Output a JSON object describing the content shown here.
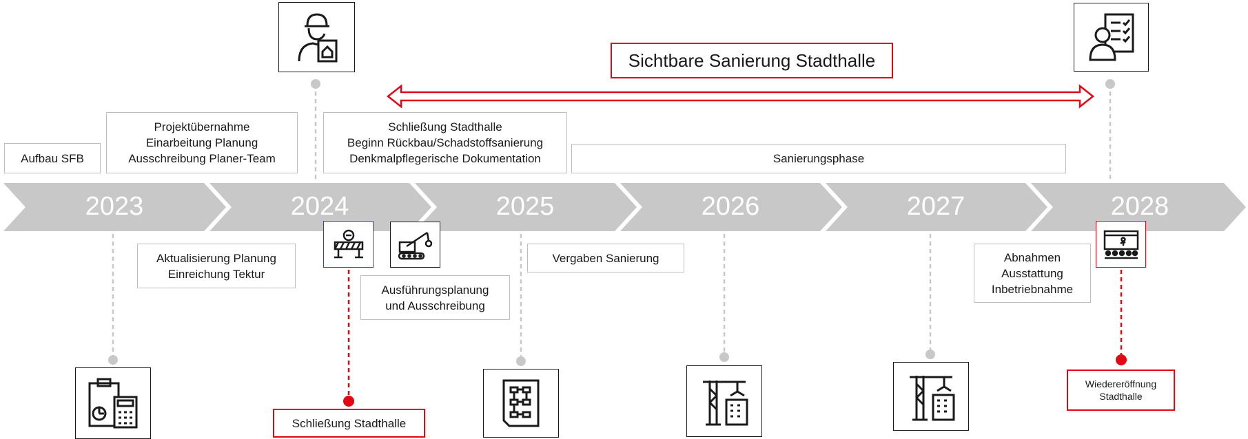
{
  "timeline": {
    "years": [
      "2023",
      "2024",
      "2025",
      "2026",
      "2027",
      "2028"
    ],
    "arrow_color": "#c8c8c8"
  },
  "phase_bar": {
    "label": "Sichtbare Sanierung Stadthalle",
    "color": "#e30613"
  },
  "above": {
    "aufbau": "Aufbau SFB",
    "projekt": "Projektübernahme\nEinarbeitung Planung\nAusschreibung Planer-Team",
    "schliessung_beginn": "Schließung Stadthalle\nBeginn Rückbau/Schadstoffsanierung\nDenkmalpflegerische Dokumentation",
    "sanierungsphase": "Sanierungsphase"
  },
  "below": {
    "aktualisierung": "Aktualisierung Planung\nEinreichung Tektur",
    "ausfuehrung": "Ausführungsplanung\nund Ausschreibung",
    "vergaben": "Vergaben Sanierung",
    "abnahmen": "Abnahmen\nAusstattung\nInbetriebnahme"
  },
  "milestones": {
    "schliessung": "Schließung Stadthalle",
    "wiedereroeffnung": "Wiedereröffnung\nStadthalle"
  },
  "icons": [
    "construction-worker-icon",
    "checklist-person-icon",
    "road-barrier-icon",
    "excavator-icon",
    "planning-calculator-icon",
    "flowchart-document-icon",
    "crane-building-icon",
    "stage-audience-icon"
  ],
  "colors": {
    "accent": "#e30613",
    "connector": "#c8c8c8",
    "text": "#1a1a1a",
    "box_border": "#bfbfbf"
  }
}
